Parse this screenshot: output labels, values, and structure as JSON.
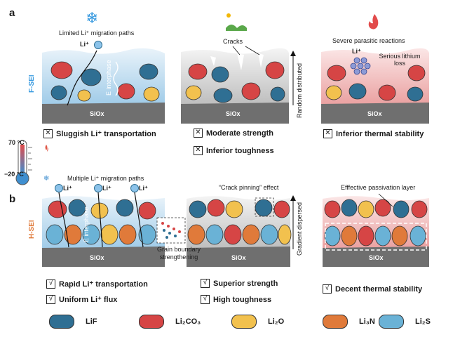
{
  "panels": {
    "a_letter": "a",
    "b_letter": "b",
    "f_sei": "F-SEI",
    "h_sei": "H-SEI"
  },
  "substrate": "SiOx",
  "top_row": {
    "ion": "Li⁺",
    "limited_paths": "Limited Li⁺ migration paths",
    "e_interphase": "E interphase",
    "cracks": "Cracks",
    "random_distributed": "Random distributed",
    "severe_parasitic": "Severe parasitic reactions",
    "serious_loss": "Serious lithium loss"
  },
  "bottom_row": {
    "multiple_paths": "Multiple Li⁺ migration paths",
    "e_interphase": "E interphase",
    "crack_pinning": "“Crack pinning” effect",
    "grain_boundary": "Grain boundary strengthening",
    "gradient_dispersed": "Gradient dispersed",
    "passivation": "Efffective passivation layer"
  },
  "thermometer": {
    "high": "70 °C",
    "low": "−20 °C"
  },
  "cons": [
    "Sluggish Li⁺ transportation",
    "Moderate strength",
    "Inferior toughness",
    "Inferior thermal stability"
  ],
  "pros": [
    "Rapid Li⁺ transportation",
    "Uniform Li⁺ flux",
    "Superior strength",
    "High toughness",
    "Decent thermal stability"
  ],
  "mark_cross": "✕",
  "mark_check": "√",
  "legend": [
    {
      "label": "LiF",
      "color": "#2f6f93"
    },
    {
      "label": "Li₂CO₃",
      "color": "#d64545"
    },
    {
      "label": "Li₂O",
      "color": "#f2c14e"
    },
    {
      "label": "Li₃N",
      "color": "#e07a3a"
    },
    {
      "label": "Li₂S",
      "color": "#6ab2d6"
    }
  ],
  "icons": [
    "snowflake-icon",
    "plant-sun-icon",
    "flame-icon",
    "thermometer-icon"
  ]
}
